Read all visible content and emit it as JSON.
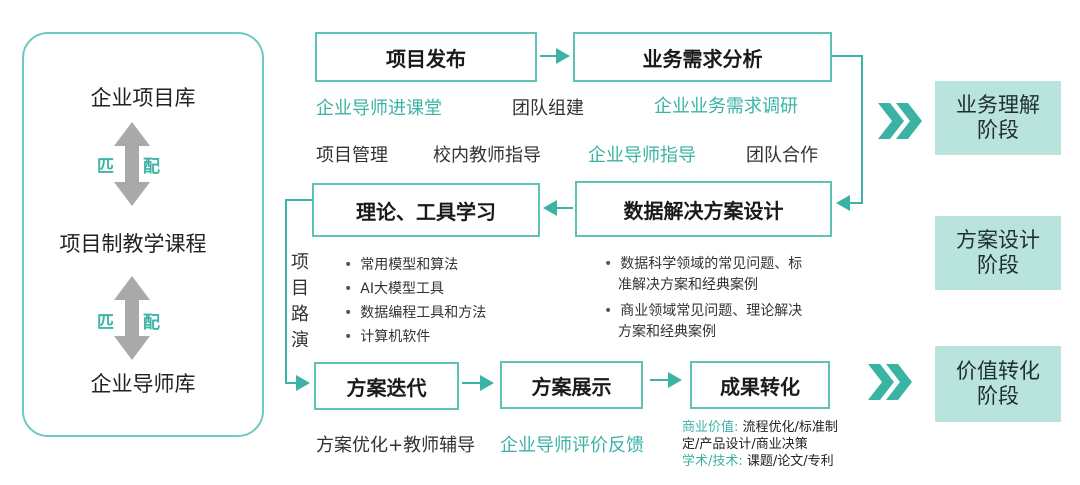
{
  "left_panel": {
    "enterprise_project_library": "企业项目库",
    "match_1": [
      "匹",
      "配"
    ],
    "project_based_course": "项目制教学课程",
    "match_2": [
      "匹",
      "配"
    ],
    "enterprise_mentor_library": "企业导师库"
  },
  "flow": {
    "project_release": "项目发布",
    "business_needs_analysis": "业务需求分析",
    "row1_tags": [
      "企业导师进课堂",
      "团队组建",
      "企业业务需求调研"
    ],
    "row2_tags": [
      "项目管理",
      "校内教师指导",
      "企业导师指导",
      "团队合作"
    ],
    "theory_tools": "理论、工具学习",
    "solution_design": "数据解决方案设计",
    "theory_bullets": [
      "常用模型和算法",
      "AI大模型工具",
      "数据编程工具和方法",
      "计算机软件"
    ],
    "solution_bullets": [
      [
        "数据科学领域的常见问题、标",
        "准解决方案和经典案例"
      ],
      [
        "商业领域常见问题、理论解决",
        "方案和经典案例"
      ]
    ],
    "roadshow_chars": [
      "项",
      "目",
      "路",
      "演"
    ],
    "iteration": "方案迭代",
    "showcase": "方案展示",
    "transformation": "成果转化",
    "bottom_tags": [
      "方案优化+教师辅导",
      "企业导师评价反馈"
    ],
    "business_value_label": "商业价值:",
    "business_value_text_1": "流程优化/标准制",
    "business_value_text_2": "定/产品设计/商业决策",
    "academic_label": "学术/技术:",
    "academic_text": "课题/论文/专利"
  },
  "stages": [
    {
      "line1": "业务理解",
      "line2": "阶段"
    },
    {
      "line1": "方案设计",
      "line2": "阶段"
    },
    {
      "line1": "价值转化",
      "line2": "阶段"
    }
  ],
  "colors": {
    "accent": "#3bb3a4",
    "box_border": "#5ec2b5",
    "stage_fill": "#b9e3dd",
    "arrow_gray": "#a9a9a9"
  },
  "icons": {
    "flow_arrow": "arrow-right-icon",
    "stage_arrow": "double-chevron-right-icon",
    "match_arrow": "double-arrow-vertical-icon"
  }
}
